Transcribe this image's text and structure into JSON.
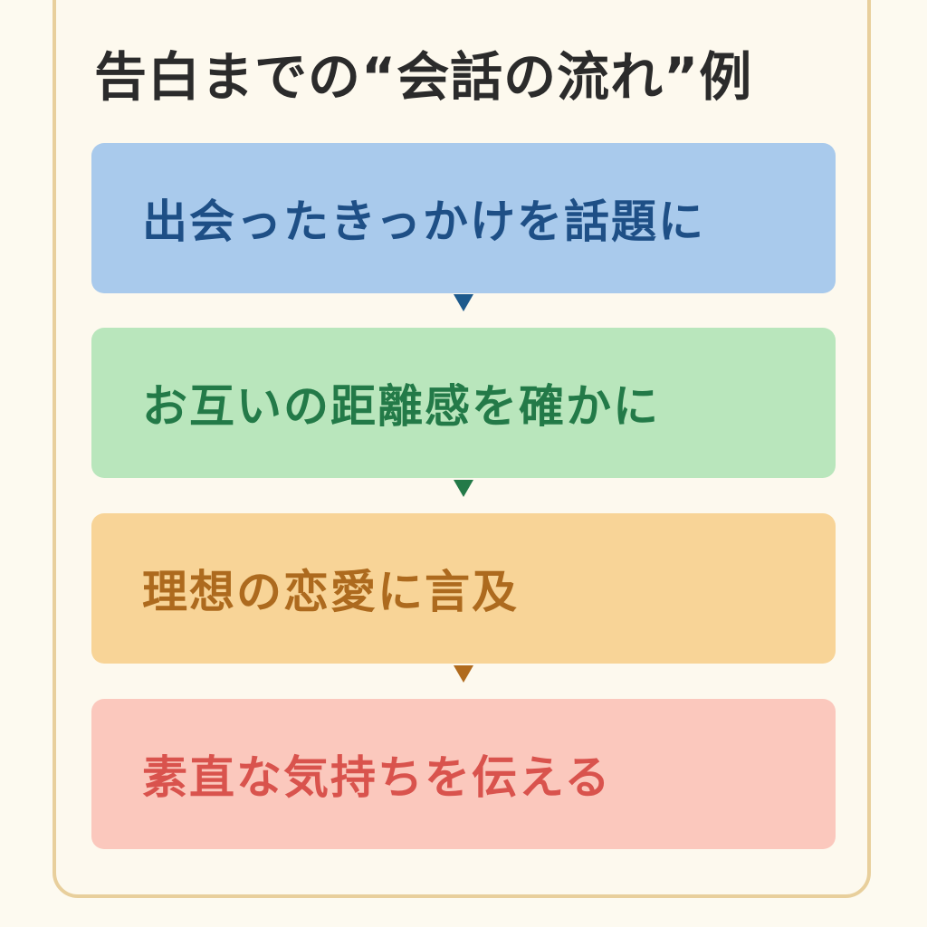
{
  "title": "告白までの“会話の流れ”例",
  "steps": [
    {
      "label": "出会ったきっかけを話題に"
    },
    {
      "label": "お互いの距離感を確かに"
    },
    {
      "label": "理想の恋愛に言及"
    },
    {
      "label": "素直な気持ちを伝える"
    }
  ],
  "colors": {
    "frame_border": "#e8cf9c",
    "background": "#fdf9ee",
    "step1_bg": "#a9caec",
    "step1_text": "#1e4f86",
    "step2_bg": "#b9e6bc",
    "step2_text": "#237a48",
    "step3_bg": "#f8d497",
    "step3_text": "#ad6a1e",
    "step4_bg": "#fbc8bd",
    "step4_text": "#d9534d"
  },
  "connectors": [
    "arrow-down-icon",
    "arrow-down-icon",
    "arrow-down-icon"
  ]
}
